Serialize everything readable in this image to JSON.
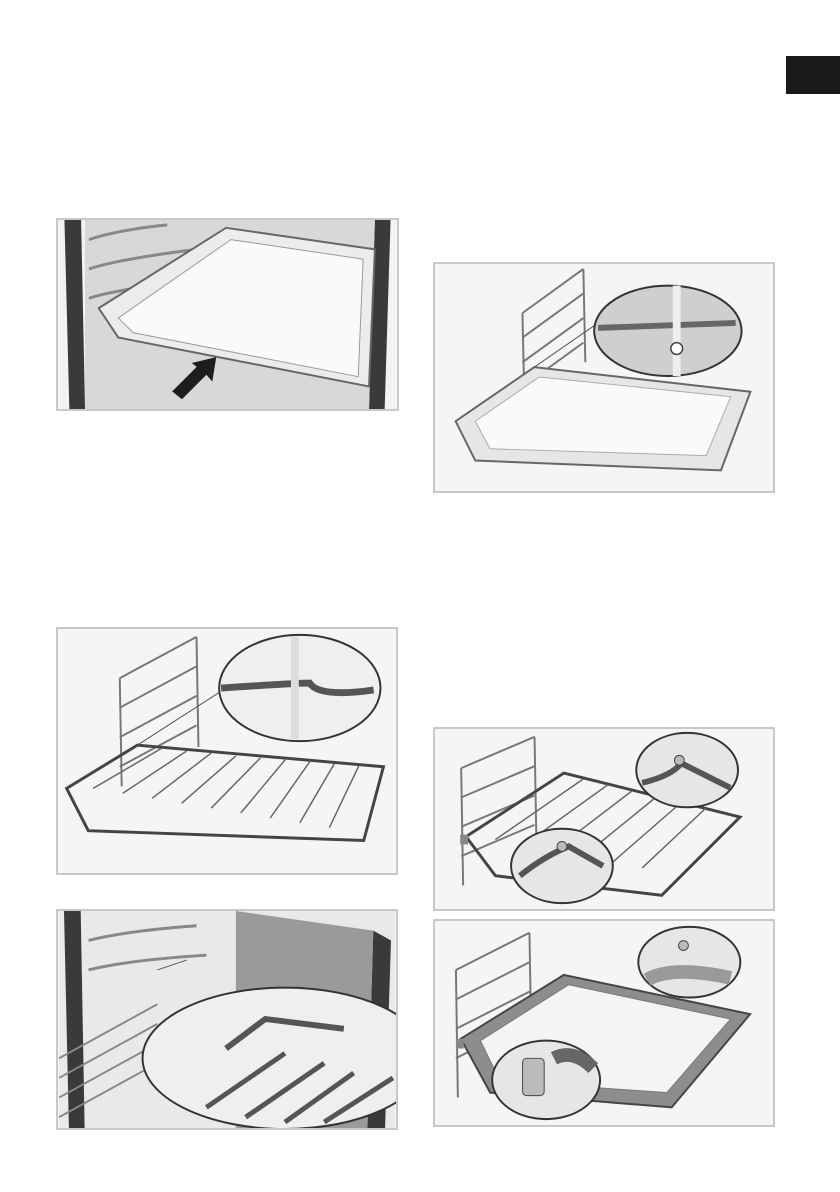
{
  "page": {
    "language_tab_color": "#1a1a1a",
    "panel_border_color": "#c8c8c8",
    "illustration_stroke_color": "#555555",
    "figures": [
      {
        "id": "fig-tray-sliding-into-oven",
        "icon": "insert-arrow-icon"
      },
      {
        "id": "fig-tray-on-shelf-supports",
        "icon": "magnifier-detail"
      },
      {
        "id": "fig-wire-rack-on-supports",
        "icon": "magnifier-detail"
      },
      {
        "id": "fig-wire-rack-inside-oven",
        "icon": "magnifier-detail"
      },
      {
        "id": "fig-wire-rack-on-telescopic-rails",
        "icon": "magnifier-detail"
      },
      {
        "id": "fig-tray-on-telescopic-rails",
        "icon": "magnifier-detail"
      }
    ]
  }
}
